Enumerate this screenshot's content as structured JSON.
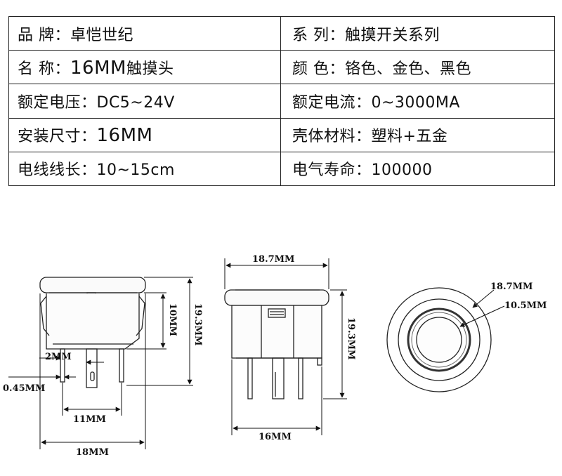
{
  "spec_table": {
    "rows": [
      {
        "left": "品  牌：卓恺世纪",
        "right": "系  列：触摸开关系列"
      },
      {
        "left_label": "名  称：",
        "left_value": "16MM",
        "left_suffix": "触摸头",
        "right": "颜  色：铬色、金色、黑色"
      },
      {
        "left": "额定电压：DC5~24V",
        "right": "额定电流：0~3000MA"
      },
      {
        "left_label": "安装尺寸：",
        "left_value": "16MM",
        "right": "壳体材料：塑料+五金"
      },
      {
        "left": "电线线长：10~15cm",
        "right": "电气寿命：100000"
      }
    ]
  },
  "dimensions": {
    "front": {
      "height_10": "10MM",
      "height_19": "19.3MM",
      "pin_2": "2MM",
      "pin_045": "0.45MM",
      "span_11": "11MM",
      "width_18": "18MM"
    },
    "side": {
      "top_18": "18.7MM",
      "height_19": "19.3MM",
      "bottom_16": "16MM"
    },
    "top_view": {
      "outer_18": "18.7MM",
      "inner_10": "10.5MM"
    }
  },
  "colors": {
    "line": "#222222",
    "background": "#ffffff"
  }
}
